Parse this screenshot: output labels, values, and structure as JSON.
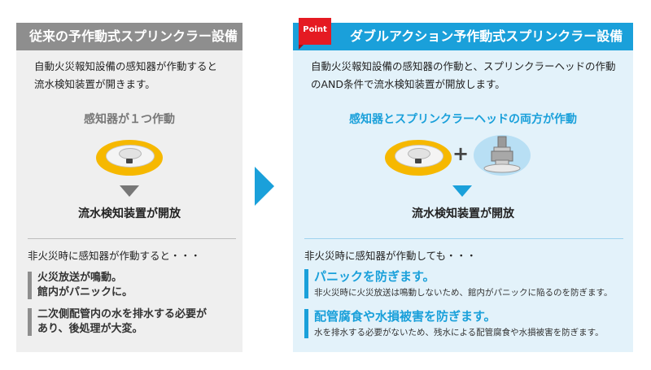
{
  "left": {
    "title": "従来の予作動式スプリンクラー設備",
    "intro_line1": "自動火災報知設備の感知器が作動すると",
    "intro_line2": "流水検知装置が開きます。",
    "sub": "感知器が１つ作動",
    "result": "流水検知装置が開放",
    "lead": "非火災時に感知器が作動すると・・・",
    "items": [
      {
        "line1": "火災放送が鳴動。",
        "line2": "館内がパニックに。"
      },
      {
        "line1": "二次側配管内の水を排水する必要が",
        "line2": "あり、後処理が大変。"
      }
    ]
  },
  "right": {
    "badge": "Point",
    "title": "ダブルアクション予作動式スプリンクラー設備",
    "intro_line1": "自動火災報知設備の感知器の作動と、スプリンクラーヘッドの作動",
    "intro_line2": "のAND条件で流水検知装置が開放します。",
    "sub": "感知器とスプリンクラーヘッドの両方が作動",
    "plus": "+",
    "result": "流水検知装置が開放",
    "lead": "非火災時に感知器が作動しても・・・",
    "items": [
      {
        "title": "パニックを防ぎます。",
        "desc": "非火災時に火災放送は鳴動しないため、館内がパニックに陥るのを防ぎます。"
      },
      {
        "title": "配管腐食や水損被害を防ぎます。",
        "desc": "水を排水する必要がないため、残水による配管腐食や水損被害を防ぎます。"
      }
    ]
  },
  "colors": {
    "accent": "#1aa0da",
    "gray": "#8e8e8e",
    "yellow": "#f6b800",
    "red": "#e51a22"
  }
}
